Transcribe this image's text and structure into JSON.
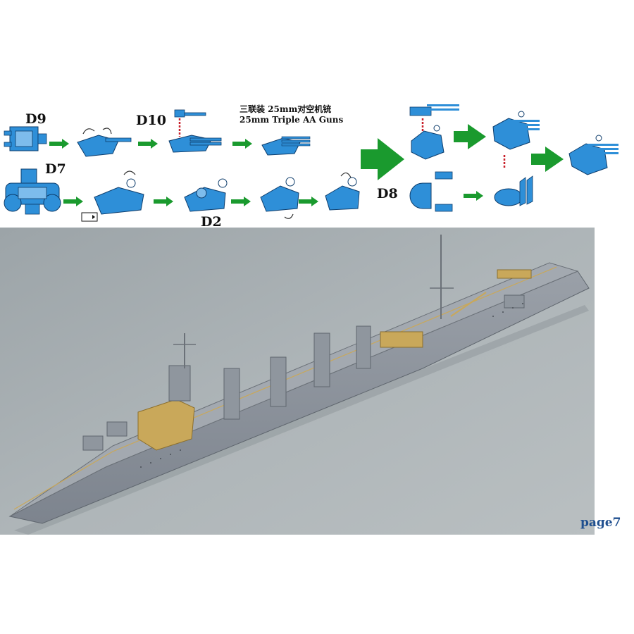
{
  "labels": {
    "d9": "D9",
    "d10": "D10",
    "d7": "D7",
    "d2": "D2",
    "d8": "D8"
  },
  "title": {
    "chinese": "三联装 25mm对空机铳",
    "english": "25mm Triple AA Guns"
  },
  "page_label": "page7",
  "colors": {
    "part_blue": "#2e8fd8",
    "arrow_green": "#1a9a2e",
    "guide_red": "#c8202a",
    "ship_grey": "#8b919a",
    "brass": "#c9a85a",
    "background_photo": "#a7aeb2",
    "page_label": "#1f4f8f"
  }
}
